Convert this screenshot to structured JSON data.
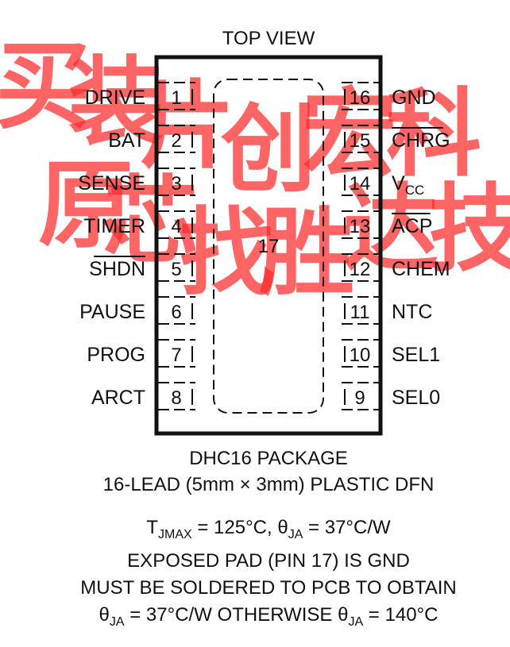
{
  "top_view_label": "TOP VIEW",
  "left_pins": [
    {
      "num": "1",
      "name": "DRIVE",
      "overbar": false
    },
    {
      "num": "2",
      "name": "BAT",
      "overbar": false
    },
    {
      "num": "3",
      "name": "SENSE",
      "overbar": false
    },
    {
      "num": "4",
      "name": "TIMER",
      "overbar": false
    },
    {
      "num": "5",
      "name": "SHDN",
      "overbar": true
    },
    {
      "num": "6",
      "name": "PAUSE",
      "overbar": false
    },
    {
      "num": "7",
      "name": "PROG",
      "overbar": false
    },
    {
      "num": "8",
      "name": "ARCT",
      "overbar": false
    }
  ],
  "right_pins": [
    {
      "num": "16",
      "name": "GND",
      "overbar": false
    },
    {
      "num": "15",
      "name": "CHRG",
      "overbar": true
    },
    {
      "num": "14",
      "name": "V",
      "sub": "CC",
      "overbar": false
    },
    {
      "num": "13",
      "name": "ACP",
      "overbar": true
    },
    {
      "num": "12",
      "name": "CHEM",
      "overbar": false
    },
    {
      "num": "11",
      "name": "NTC",
      "overbar": false
    },
    {
      "num": "10",
      "name": "SEL1",
      "overbar": false
    },
    {
      "num": "9",
      "name": "SEL0",
      "overbar": false
    }
  ],
  "exposed_pad_number": "17",
  "package_name": "DHC16 PACKAGE",
  "package_desc": "16-LEAD (5mm × 3mm) PLASTIC DFN",
  "notes": {
    "line1_t": "T",
    "line1_t_sub": "JMAX",
    "line1_rest_a": " = 125°C, ",
    "line1_theta": "θ",
    "line1_theta_sub": "JA",
    "line1_rest_b": " = 37°C/W",
    "line2": "EXPOSED PAD (PIN 17) IS GND",
    "line3": "MUST BE SOLDERED TO PCB TO OBTAIN",
    "line4_theta1": "θ",
    "line4_sub1": "JA",
    "line4_mid": " = 37°C/W OTHERWISE ",
    "line4_theta2": "θ",
    "line4_sub2": "JA",
    "line4_end": " = 140°C"
  },
  "watermark_glyphs": [
    "买",
    "原",
    "装",
    "芯",
    "片",
    "找",
    "创",
    "胜",
    "宏",
    "达",
    "科",
    "技"
  ],
  "colors": {
    "ink": "#111111",
    "watermark": "#ff2a2a"
  }
}
